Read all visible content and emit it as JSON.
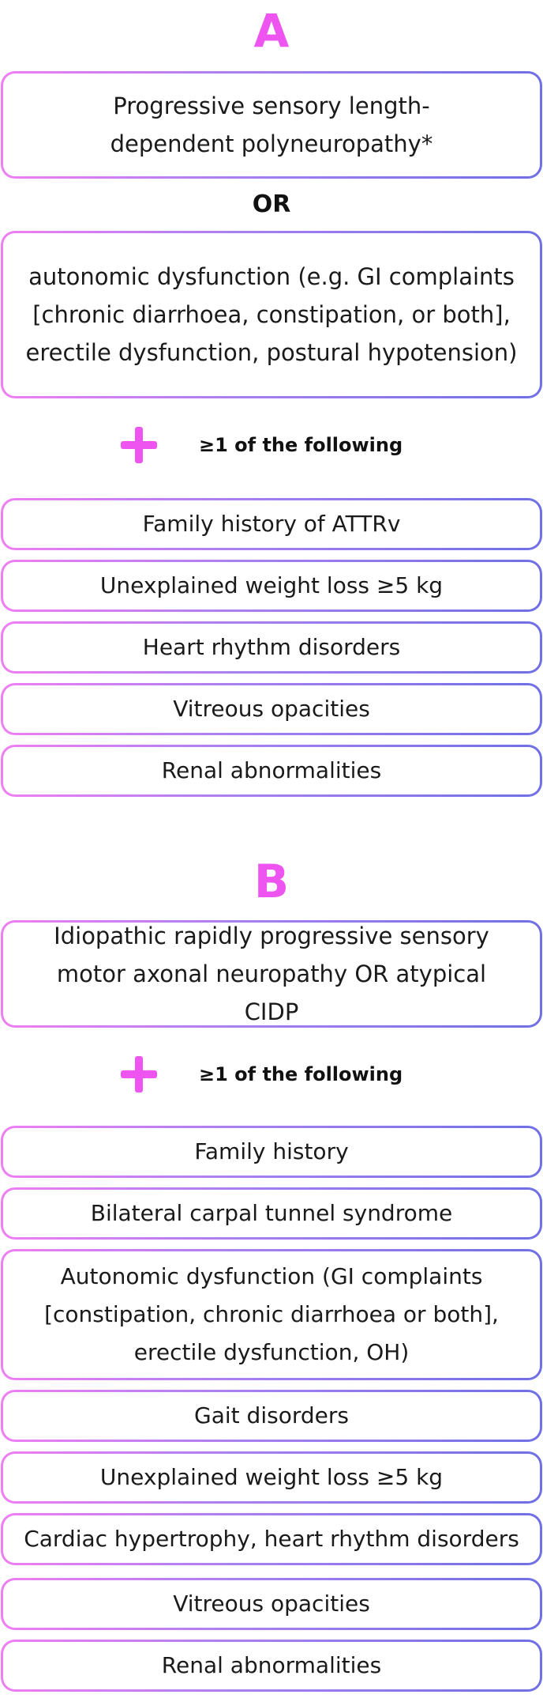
{
  "section_a": {
    "letter": "A",
    "main_criterion": "Progressive sensory length-dependent polyneuropathy*",
    "or_label": "OR",
    "alternative_criterion": "autonomic dysfunction (e.g. GI complaints [chronic diarrhoea, constipation, or both], erectile dysfunction, postural hypotension)",
    "plus_text": "≥1 of the following",
    "items": [
      "Family history of ATTRv",
      "Unexplained weight loss ≥5 kg",
      "Heart rhythm disorders",
      "Vitreous opacities",
      "Renal abnormalities"
    ]
  },
  "section_b": {
    "letter": "B",
    "main_criterion": "Idiopathic rapidly progressive sensory motor axonal neuropathy OR atypical CIDP",
    "plus_text": "≥1 of the following",
    "items": [
      "Family history",
      "Bilateral carpal tunnel syndrome",
      "Autonomic dysfunction (GI complaints [constipation, chronic diarrhoea or both], erectile dysfunction, OH)",
      "Gait disorders",
      "Unexplained weight loss ≥5 kg",
      "Cardiac hypertrophy, heart rhythm disorders",
      "Vitreous opacities",
      "Renal abnormalities"
    ]
  },
  "colors": {
    "accent_pink": "#ee55f0",
    "border_gradient_start": "#f07ef3",
    "border_gradient_end": "#6f6fe6",
    "text": "#1a1a1a"
  },
  "icons": {
    "plus": "plus-icon"
  }
}
